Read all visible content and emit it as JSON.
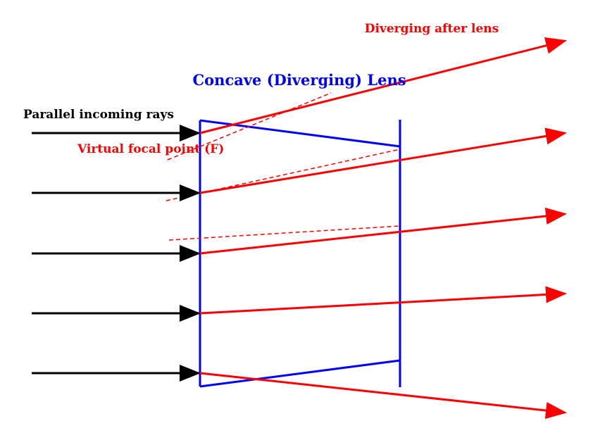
{
  "labels": {
    "diverging_after_lens": "Diverging after lens",
    "lens_title": "Concave (Diverging) Lens",
    "parallel_rays": "Parallel incoming rays",
    "virtual_focal_point": "Virtual focal point (F)"
  },
  "colors": {
    "incoming_ray": "#000000",
    "refracted_ray": "#ff0000",
    "extension": "#ff0000",
    "lens": "#0000ff",
    "lens_title": "#0000ff",
    "annotation": "#ff0000",
    "parallel_label": "#000000"
  }
}
